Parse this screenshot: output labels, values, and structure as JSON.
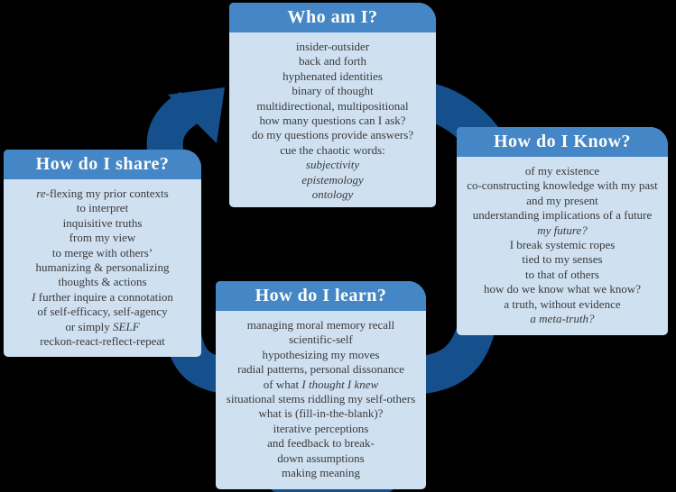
{
  "background": "#000000",
  "colors": {
    "panel_header_bg": "#4586c6",
    "panel_body_bg": "#cfe0f1",
    "panel_title_text": "#fdfdfb",
    "panel_body_text": "#3a3a3a",
    "arrow": "#15508d"
  },
  "panels": [
    {
      "id": "who-am-i",
      "title": "Who am I?",
      "lines": [
        [
          {
            "t": "insider-outsider"
          }
        ],
        [
          {
            "t": "back and forth"
          }
        ],
        [
          {
            "t": "hyphenated identities"
          }
        ],
        [
          {
            "t": "binary of thought"
          }
        ],
        [
          {
            "t": "multidirectional, multipositional"
          }
        ],
        [
          {
            "t": "how many questions can I ask?"
          }
        ],
        [
          {
            "t": "do my questions provide answers?"
          }
        ],
        [
          {
            "t": "cue the chaotic words:"
          }
        ],
        [
          {
            "t": "subjectivity",
            "i": true
          }
        ],
        [
          {
            "t": "epistemology",
            "i": true
          }
        ],
        [
          {
            "t": "ontology",
            "i": true
          }
        ]
      ]
    },
    {
      "id": "how-do-i-know",
      "title": "How do I Know?",
      "lines": [
        [
          {
            "t": "of my existence"
          }
        ],
        [
          {
            "t": "co-constructing knowledge with my past"
          }
        ],
        [
          {
            "t": "and my present"
          }
        ],
        [
          {
            "t": "understanding implications of a future"
          }
        ],
        [
          {
            "t": "my future?",
            "i": true
          }
        ],
        [
          {
            "t": "I break systemic ropes"
          }
        ],
        [
          {
            "t": "tied to my senses"
          }
        ],
        [
          {
            "t": "to that of others"
          }
        ],
        [
          {
            "t": "how do we know what we know?"
          }
        ],
        [
          {
            "t": "a truth, without evidence"
          }
        ],
        [
          {
            "t": "a meta-truth?",
            "i": true
          }
        ]
      ]
    },
    {
      "id": "how-do-i-share",
      "title": "How do I share?",
      "lines": [
        [
          {
            "t": "re",
            "i": true
          },
          {
            "t": "-flexing my prior contexts"
          }
        ],
        [
          {
            "t": "to interpret"
          }
        ],
        [
          {
            "t": "inquisitive truths"
          }
        ],
        [
          {
            "t": "from my view"
          }
        ],
        [
          {
            "t": "to merge with others’"
          }
        ],
        [
          {
            "t": "humanizing & personalizing"
          }
        ],
        [
          {
            "t": "thoughts & actions"
          }
        ],
        [
          {
            "t": "I",
            "i": true
          },
          {
            "t": " further inquire a connotation"
          }
        ],
        [
          {
            "t": "of self-efficacy, self-agency"
          }
        ],
        [
          {
            "t": "or simply "
          },
          {
            "t": "SELF",
            "i": true
          }
        ],
        [
          {
            "t": "reckon-react-reflect-repeat"
          }
        ]
      ]
    },
    {
      "id": "how-do-i-learn",
      "title": "How do I learn?",
      "lines": [
        [
          {
            "t": "managing moral memory recall"
          }
        ],
        [
          {
            "t": "scientific-self"
          }
        ],
        [
          {
            "t": "hypothesizing my moves"
          }
        ],
        [
          {
            "t": "radial patterns, personal dissonance"
          }
        ],
        [
          {
            "t": "of what "
          },
          {
            "t": "I thought I knew",
            "i": true
          }
        ],
        [
          {
            "t": "situational stems riddling my self-others"
          }
        ],
        [
          {
            "t": "what is (fill-in-the-blank)?"
          }
        ],
        [
          {
            "t": "iterative perceptions"
          }
        ],
        [
          {
            "t": "and feedback to break-"
          }
        ],
        [
          {
            "t": "down assumptions"
          }
        ],
        [
          {
            "t": "making meaning"
          }
        ]
      ]
    }
  ],
  "arrows": [
    {
      "id": "share-to-who",
      "name": "arrow-share-to-who"
    },
    {
      "id": "who-to-know",
      "name": "arrow-who-to-know"
    },
    {
      "id": "know-to-learn",
      "name": "arrow-know-to-learn"
    },
    {
      "id": "learn-to-share",
      "name": "arrow-learn-to-share"
    }
  ]
}
